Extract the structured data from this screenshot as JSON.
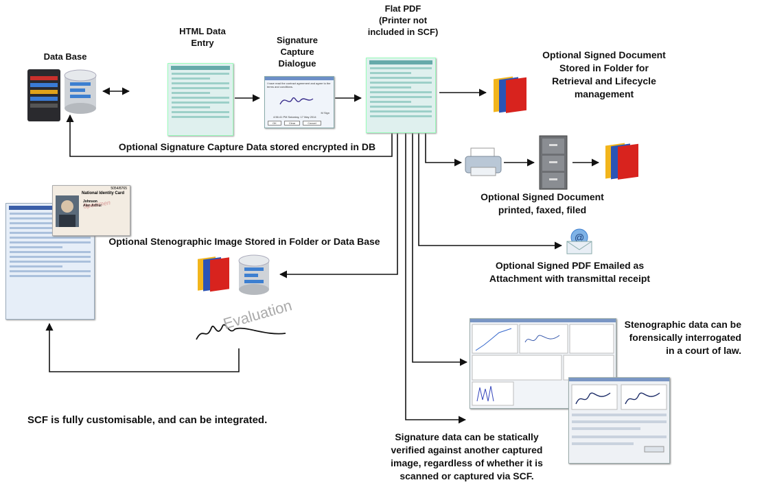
{
  "nodes": {
    "database": "Data Base",
    "html_entry": "HTML Data\nEntry",
    "sig_dialogue": "Signature\nCapture\nDialogue",
    "flat_pdf": "Flat PDF\n(Printer not\nincluded in SCF)",
    "stored_folder": "Optional Signed Document\nStored in Folder for\nRetrieval and Lifecycle\nmanagement",
    "printed": "Optional Signed Document\nprinted, faxed, filed",
    "emailed": "Optional Signed PDF Emailed as\nAttachment with transmittal receipt",
    "db_encrypted": "Optional Signature Capture Data stored encrypted in DB",
    "steno_image": "Optional Stenographic Image Stored in Folder or  Data Base",
    "forensic": "Stenographic data can be\nforensically interrogated\nin a court of law.",
    "verify": "Signature data can be statically\nverified against another captured\nimage, regardless of whether it is\nscanned or captured via SCF.",
    "customisable": "SCF is fully customisable,  and can be integrated."
  },
  "dialog": {
    "text": "I have read the contract agreement and agree to the terms and conditions.",
    "sign_label": "M Sign",
    "timestamp": "4:56:41 PM Saturday, 17 May 2014",
    "ok": "OK",
    "clear": "Clear",
    "cancel": "Cancel"
  },
  "id_card": {
    "title": "National Identity Card",
    "specimen": "Specimen",
    "name": "Johnson\nAlan Arthur",
    "number": "5054/8765"
  },
  "watermark": "Evaluation",
  "colors": {
    "arrow": "#111111",
    "folder_red": "#d8231e",
    "folder_yellow": "#f2b51c",
    "folder_blue": "#2b54b5",
    "db_blue": "#3d7fd0"
  }
}
